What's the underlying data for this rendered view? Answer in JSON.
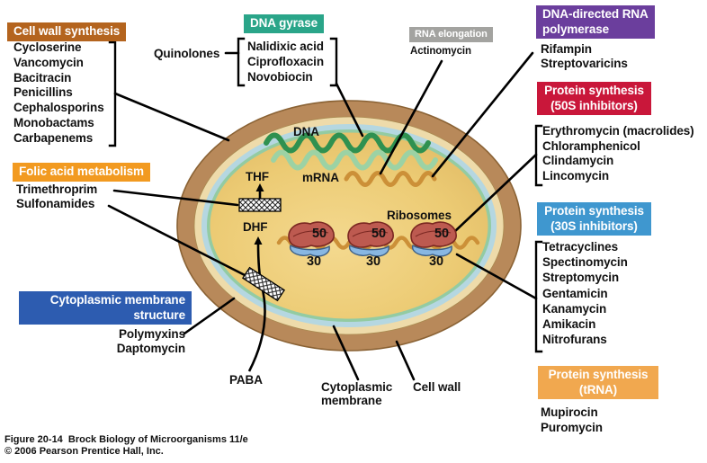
{
  "figure": {
    "caption_line1": "Figure 20-14  Brock Biology of Microorganisms 11/e",
    "caption_line2": "© 2006 Pearson Prentice Hall, Inc."
  },
  "groups": {
    "cell_wall": {
      "title": "Cell wall synthesis",
      "color": "#b4641e",
      "drugs": [
        "Cycloserine",
        "Vancomycin",
        "Bacitracin",
        "Penicillins",
        "Cephalosporins",
        "Monobactams",
        "Carbapenems"
      ]
    },
    "folic_acid": {
      "title": "Folic acid metabolism",
      "color": "#f29a20",
      "drugs": [
        "Trimethroprim",
        "Sulfonamides"
      ]
    },
    "cytoplasmic_membrane": {
      "title_lines": [
        "Cytoplasmic membrane",
        "structure"
      ],
      "color": "#2d5cb0",
      "drugs": [
        "Polymyxins",
        "Daptomycin"
      ]
    },
    "dna_gyrase": {
      "title": "DNA gyrase",
      "color": "#2aa589",
      "class_label": "Quinolones",
      "drugs": [
        "Nalidixic acid",
        "Ciprofloxacin",
        "Novobiocin"
      ]
    },
    "rna_elongation": {
      "title": "RNA elongation",
      "color": "#a3a3a0",
      "drugs": [
        "Actinomycin"
      ]
    },
    "rna_polymerase": {
      "title_lines": [
        "DNA-directed RNA",
        "polymerase"
      ],
      "color": "#6b3e9d",
      "drugs": [
        "Rifampin",
        "Streptovaricins"
      ]
    },
    "protein_50s": {
      "title_lines": [
        "Protein synthesis",
        "(50S inhibitors)"
      ],
      "color": "#c9173a",
      "drugs": [
        "Erythromycin (macrolides)",
        "Chloramphenicol",
        "Clindamycin",
        "Lincomycin"
      ]
    },
    "protein_30s": {
      "title_lines": [
        "Protein synthesis",
        "(30S inhibitors)"
      ],
      "color": "#3f97cf",
      "drugs": [
        "Tetracyclines",
        "Spectinomycin",
        "Streptomycin",
        "Gentamicin",
        "Kanamycin",
        "Amikacin",
        "Nitrofurans"
      ]
    },
    "protein_trna": {
      "title_lines": [
        "Protein synthesis",
        "(tRNA)"
      ],
      "color": "#f1a84f",
      "drugs": [
        "Mupirocin",
        "Puromycin"
      ]
    }
  },
  "cell": {
    "labels": {
      "dna": "DNA",
      "mrna": "mRNA",
      "thf": "THF",
      "dhf": "DHF",
      "paba": "PABA",
      "ribosomes": "Ribosomes",
      "subunit_50": "50",
      "subunit_30": "30",
      "cyto_membrane_lines": [
        "Cytoplasmic",
        "membrane"
      ],
      "cell_wall": "Cell wall"
    },
    "colors": {
      "wall": "#b8895a",
      "wall_edge": "#8a6234",
      "periplasm": "#eedbaa",
      "membrane_blue": "#b5d7e1",
      "membrane_green": "#93cba2",
      "cytoplasm": "#ecca72",
      "dna_dark": "#2f9150",
      "dna_light": "#9cd2a4",
      "mrna": "#cc9038",
      "ribosome_50": "#bd5a50",
      "ribosome_30": "#88b7e2"
    }
  }
}
